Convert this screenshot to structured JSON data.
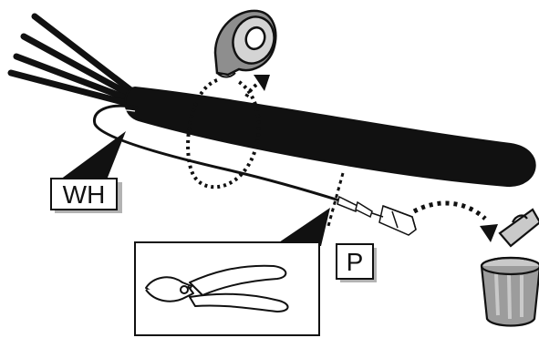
{
  "labels": {
    "wire_harness": "WH",
    "cut_point": "P"
  },
  "colors": {
    "ink": "#111111",
    "shadow": "#b3b3b3",
    "tape_gray": "#8e8e8e",
    "tape_light": "#d4d4d4",
    "bin_gray": "#9c9c9c",
    "bin_light": "#c9c9c9"
  },
  "icons": [
    "tape-roll-icon",
    "wire-bundle",
    "cut-mark",
    "pliers-icon",
    "trash-can-icon"
  ]
}
